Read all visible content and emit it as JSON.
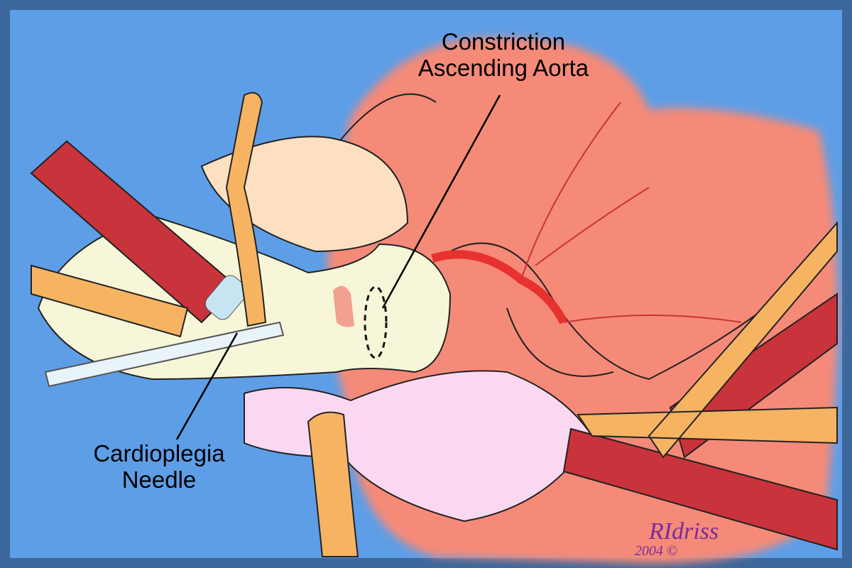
{
  "labels": {
    "constriction": [
      "Constriction",
      "Ascending Aorta"
    ],
    "needle": [
      "Cardioplegia",
      "Needle"
    ]
  },
  "signature": {
    "name": "RIdriss",
    "year": "2004",
    "copyright": "©"
  },
  "colors": {
    "background": "#5e9ee6",
    "border": "#3c679c",
    "heart": "#f58a78",
    "aorta": "#f7f6d8",
    "vessel": "#c9333b",
    "band": "#f6b463",
    "atrium": "#fbd8f2"
  }
}
